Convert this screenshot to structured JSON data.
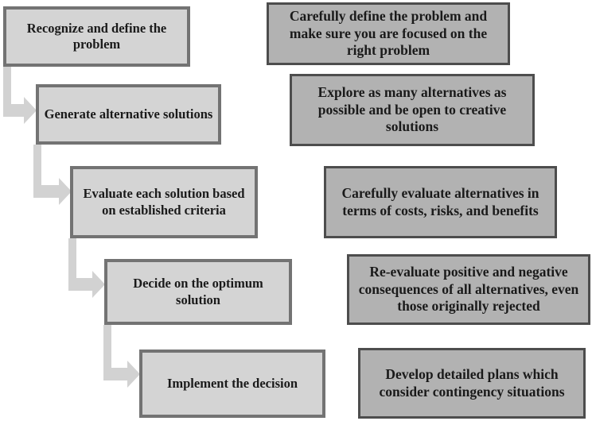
{
  "colors": {
    "step_fill": "#d4d4d4",
    "step_border": "#737373",
    "note_fill": "#b2b2b2",
    "note_border": "#4d4d4d",
    "arrow": "#d2d2d2"
  },
  "steps": [
    {
      "label": "Recognize and define the problem"
    },
    {
      "label": "Generate alternative solutions"
    },
    {
      "label": "Evaluate each solution based on established criteria"
    },
    {
      "label": "Decide on the optimum solution"
    },
    {
      "label": "Implement the decision"
    }
  ],
  "notes": [
    {
      "label": "Carefully define the problem and make sure you are focused on the right problem"
    },
    {
      "label": "Explore as many alternatives as possible and be open to creative solutions"
    },
    {
      "label": "Carefully evaluate alternatives in terms of costs, risks, and benefits"
    },
    {
      "label": "Re-evaluate positive and negative consequences of all alternatives, even those originally rejected"
    },
    {
      "label": "Develop detailed plans which consider contingency situations"
    }
  ]
}
